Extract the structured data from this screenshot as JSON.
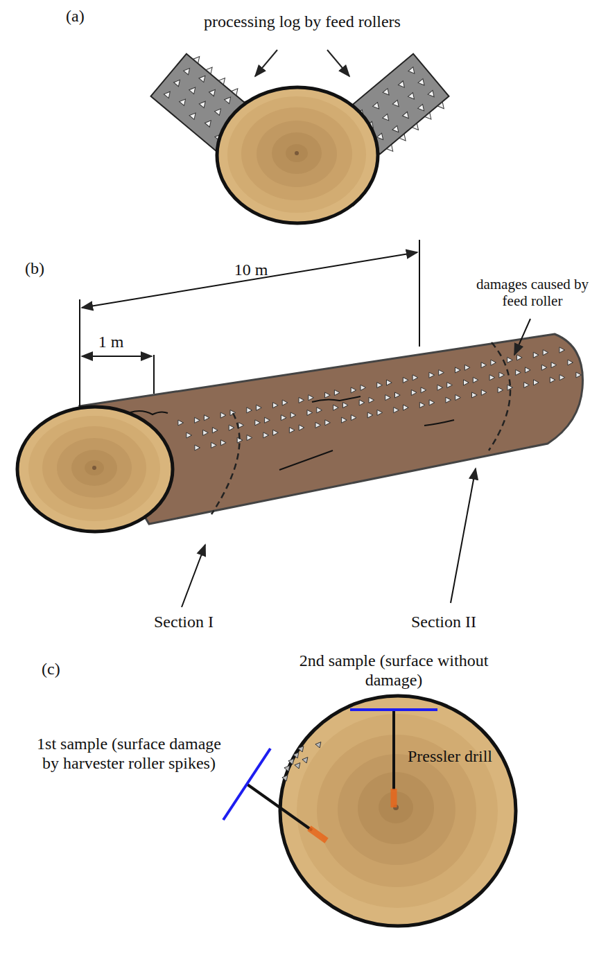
{
  "diagram": {
    "labels": [
      "(a)",
      "processing log by feed rollers",
      "(b)",
      "10 m",
      "1 m",
      "damages caused by feed roller",
      "Section I",
      "Section II",
      "(c)",
      "2nd sample (surface without damage)",
      "1st sample (surface damage by harvester roller spikes)",
      "Pressler drill"
    ]
  }
}
